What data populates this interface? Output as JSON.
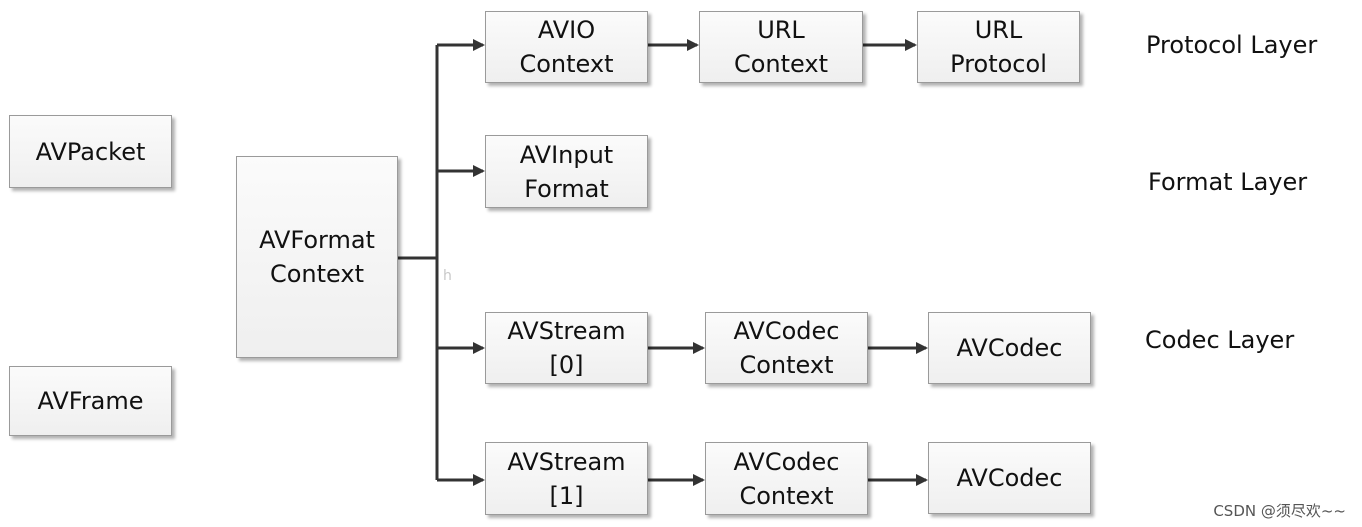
{
  "boxes": {
    "avpacket": "AVPacket",
    "avframe": "AVFrame",
    "avformat_context": "AVFormat\nContext",
    "avio_context": "AVIO\nContext",
    "url_context": "URL\nContext",
    "url_protocol": "URL\nProtocol",
    "avinput_format": "AVInput\nFormat",
    "avstream_0": "AVStream\n[0]",
    "avcodec_context_0": "AVCodec\nContext",
    "avcodec_0": "AVCodec",
    "avstream_1": "AVStream\n[1]",
    "avcodec_context_1": "AVCodec\nContext",
    "avcodec_1": "AVCodec"
  },
  "layers": {
    "protocol": "Protocol Layer",
    "format": "Format Layer",
    "codec": "Codec Layer"
  },
  "stray_mark": "h",
  "watermark": "CSDN @须尽欢~~",
  "colors": {
    "line": "#333333",
    "box_border": "#9a9a9a",
    "box_fill": "#f3f3f3"
  }
}
